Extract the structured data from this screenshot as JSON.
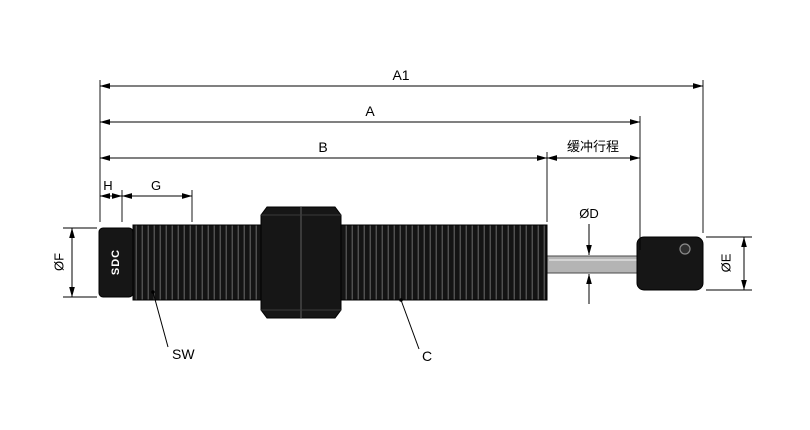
{
  "labels": {
    "a1": "A1",
    "a": "A",
    "b": "B",
    "buffer_stroke": "缓冲行程",
    "h": "H",
    "g": "G",
    "dia_f": "ØF",
    "dia_d": "ØD",
    "dia_e": "ØE",
    "sw": "SW",
    "c": "C",
    "logo": "SDC"
  },
  "colors": {
    "body": "#161616",
    "rod": "#b4b4b4",
    "line": "#000000",
    "background": "#ffffff"
  }
}
